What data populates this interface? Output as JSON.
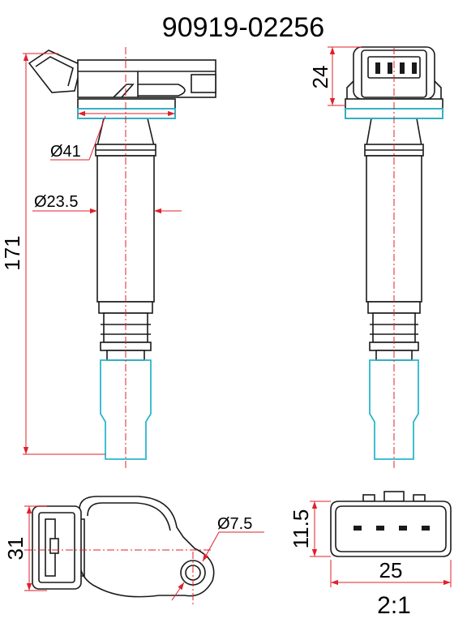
{
  "drawing": {
    "part_number": "90919-02256",
    "scale": "2:1",
    "dimensions": {
      "length": "171",
      "flange_diameter": "Ø41",
      "body_diameter": "Ø23.5",
      "connector_height": "24",
      "mount_width": "31",
      "hole_diameter": "Ø7.5",
      "connector_depth": "11.5",
      "connector_width": "25"
    }
  },
  "colors": {
    "outline": "#1a1a1a",
    "dimension": "#e0202a",
    "boot": "#2bb6cc"
  }
}
